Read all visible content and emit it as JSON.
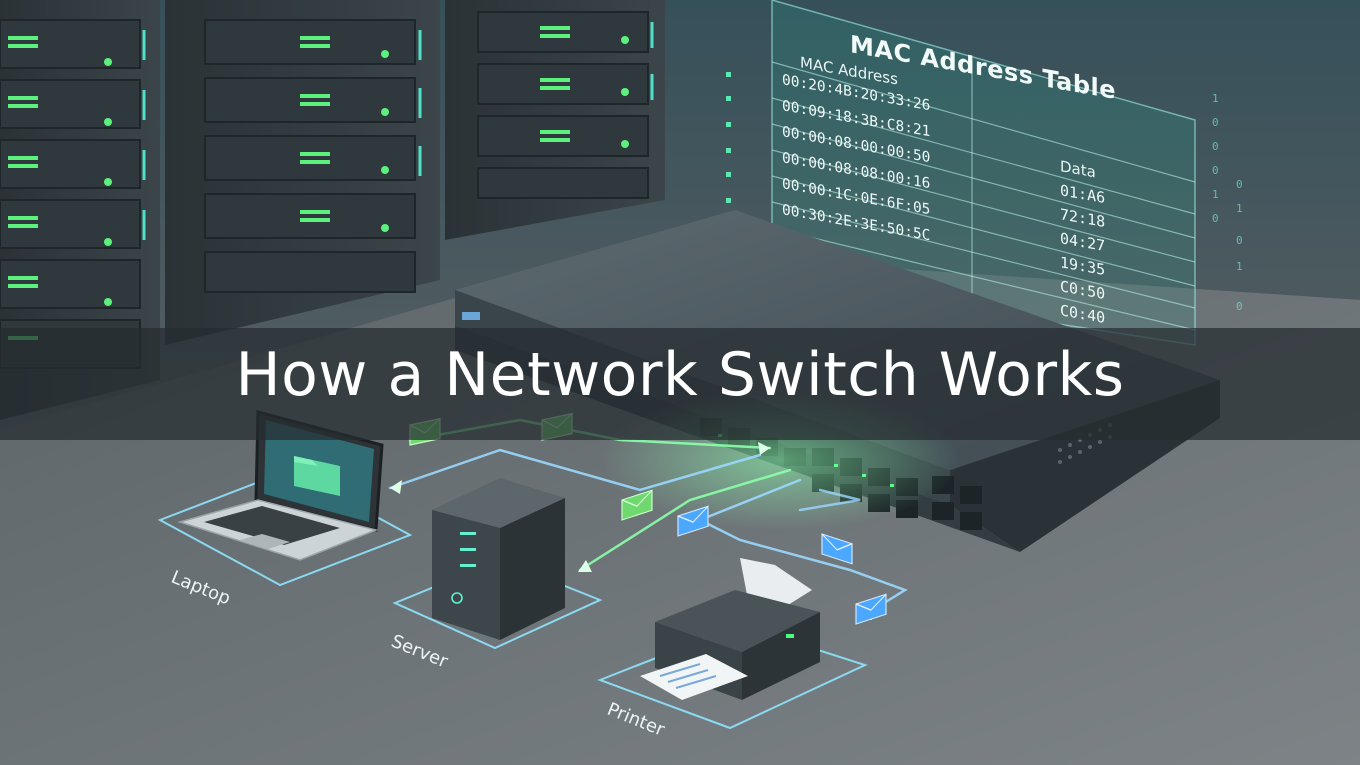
{
  "title": "How a Network Switch Works",
  "mac_table": {
    "title": "MAC Address Table",
    "col_mac": "MAC Address",
    "col_data": "Data",
    "rows": [
      {
        "mac": "00:20:4B:20:33:26",
        "data": "01:A6"
      },
      {
        "mac": "00:09:18:3B:C8:21",
        "data": "72:18"
      },
      {
        "mac": "00:00:08:00:00:50",
        "data": "04:27"
      },
      {
        "mac": "00:00:08:08:00:16",
        "data": "19:35"
      },
      {
        "mac": "00:00:1C:0E:6F:05",
        "data": "C0:50"
      },
      {
        "mac": "00:30:2E:3E:50:5C",
        "data": "C0:40"
      }
    ]
  },
  "devices": {
    "laptop": "Laptop",
    "server": "Server",
    "printer": "Printer"
  },
  "colors": {
    "accent_green": "#4cff7e",
    "accent_blue": "#3da6ff",
    "glow": "#7fd8ff"
  },
  "icons": [
    "folder-icon",
    "envelope-icon",
    "power-icon"
  ]
}
